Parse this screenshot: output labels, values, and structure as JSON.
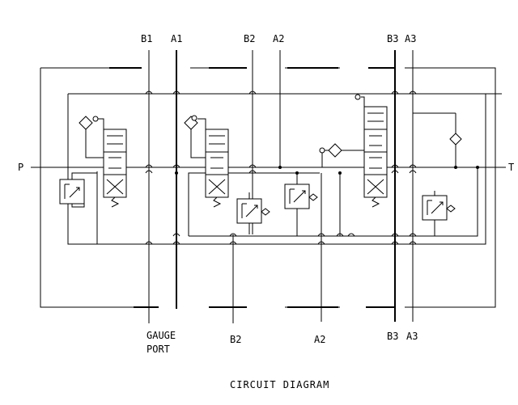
{
  "labels": {
    "b1_top": "B1",
    "a1_top": "A1",
    "b2_top": "B2",
    "a2_top": "A2",
    "b3_top": "B3",
    "a3_top": "A3",
    "port_p": "P",
    "port_t": "T",
    "gauge_line1": "GAUGE",
    "gauge_line2": "PORT",
    "b2_bottom": "B2",
    "a2_bottom": "A2",
    "b3_bottom": "B3",
    "a3_bottom": "A3"
  },
  "title": "CIRCUIT DIAGRAM"
}
